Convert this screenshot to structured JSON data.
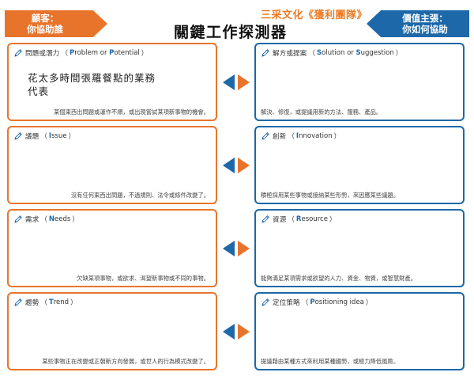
{
  "header": {
    "left_tag": [
      "顧客：",
      "你協助誰"
    ],
    "right_tag": [
      "價值主張：",
      "你如何協助"
    ],
    "brand": "三采文化《獲利團隊》",
    "title": "關鍵工作探測器"
  },
  "colors": {
    "orange": "#e8742c",
    "blue": "#1c68a8"
  },
  "left_cards": [
    {
      "title": "問題或潛力",
      "en": [
        {
          "t": "P",
          "init": true
        },
        {
          "t": "roblem or ",
          "init": false
        },
        {
          "t": "P",
          "init": true
        },
        {
          "t": "otential",
          "init": false
        }
      ],
      "handwriting": [
        "花太多時間張羅餐點的業務",
        "代表"
      ],
      "desc": "某個東西出問題或運作不順，或出現嘗試某項新事物的機會。"
    },
    {
      "title": "議題",
      "en": [
        {
          "t": "I",
          "init": true
        },
        {
          "t": "ssue",
          "init": false
        }
      ],
      "desc": "沒有任何東西出問題，不過規則、法令或條件改變了。"
    },
    {
      "title": "需求",
      "en": [
        {
          "t": "N",
          "init": true
        },
        {
          "t": "eeds",
          "init": false
        }
      ],
      "desc": "欠缺某項事物，或欲求、渴望新事物或不同的事物。"
    },
    {
      "title": "趨勢",
      "en": [
        {
          "t": "T",
          "init": true
        },
        {
          "t": "rend",
          "init": false
        }
      ],
      "desc": "某些事物正在改變或正朝新方向發展，或世人的行為模式改變了。"
    }
  ],
  "right_cards": [
    {
      "title": "解方或提案",
      "en": [
        {
          "t": "S",
          "init": true
        },
        {
          "t": "olution or ",
          "init": false
        },
        {
          "t": "S",
          "init": true
        },
        {
          "t": "uggestion",
          "init": false
        }
      ],
      "desc": "解決、修復，或提議用新的方法、服務、產品。"
    },
    {
      "title": "創新",
      "en": [
        {
          "t": "I",
          "init": true
        },
        {
          "t": "nnovation",
          "init": false
        }
      ],
      "desc": "積極採用某些事物或接納某些形勢，來因應某些議題。"
    },
    {
      "title": "資源",
      "en": [
        {
          "t": "R",
          "init": true
        },
        {
          "t": "esource",
          "init": false
        }
      ],
      "desc": "能夠滿足某項需求或欲望的人力、資金、物資，或智慧財產。"
    },
    {
      "title": "定位策略",
      "en": [
        {
          "t": "P",
          "init": true
        },
        {
          "t": "ositioning idea",
          "init": false
        }
      ],
      "desc": "提議藉由某種方式來利用某種趨勢，或極力降低風險。"
    }
  ]
}
